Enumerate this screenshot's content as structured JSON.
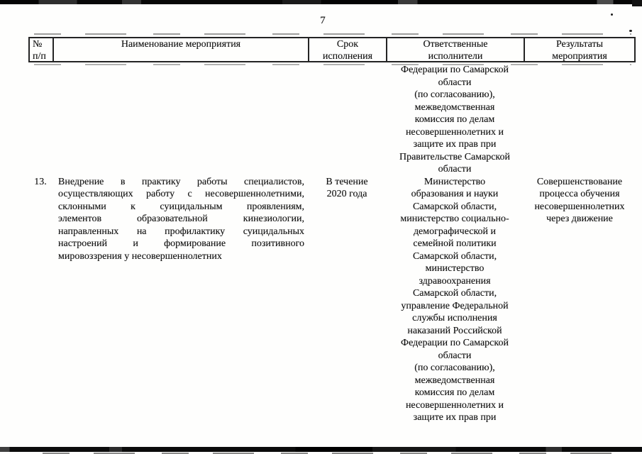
{
  "page": {
    "number": "7"
  },
  "colors": {
    "ink": "#151515",
    "paper": "#fefefd",
    "table_border": "#242424",
    "scan_bar": "#0a0a0a"
  },
  "table": {
    "columns": [
      {
        "id": "num",
        "label_lines": [
          "№",
          "п/п"
        ]
      },
      {
        "id": "name",
        "label_lines": [
          "Наименование мероприятия"
        ]
      },
      {
        "id": "term",
        "label_lines": [
          "Срок",
          "исполнения"
        ]
      },
      {
        "id": "responsible",
        "label_lines": [
          "Ответственные",
          "исполнители"
        ]
      },
      {
        "id": "results",
        "label_lines": [
          "Результаты",
          "мероприятия"
        ]
      }
    ],
    "rows": [
      {
        "number": "",
        "name_lines": [],
        "term_lines": [],
        "responsible_lines": [
          "Федерации по Самарской",
          "области",
          "(по согласованию),",
          "межведомственная",
          "комиссия по делам",
          "несовершеннолетних и",
          "защите их прав при",
          "Правительстве Самарской",
          "области"
        ],
        "results_lines": []
      },
      {
        "number": "13.",
        "name_lines": [
          "Внедрение в практику работы специалистов,",
          "осуществляющих работу с несовершеннолетними,",
          "склонными к суицидальным проявлениям,",
          "элементов образовательной кинезиологии,",
          "направленных на профилактику суицидальных",
          "настроений и формирование позитивного",
          "мировоззрения у несовершеннолетних"
        ],
        "term_lines": [
          "В течение",
          "2020 года"
        ],
        "responsible_lines": [
          "Министерство",
          "образования и науки",
          "Самарской области,",
          "министерство социально-",
          "демографической и",
          "семейной политики",
          "Самарской области,",
          "министерство",
          "здравоохранения",
          "Самарской области,",
          "управление Федеральной",
          "службы исполнения",
          "наказаний Российской",
          "Федерации по Самарской",
          "области",
          "(по согласованию),",
          "межведомственная",
          "комиссия по делам",
          "несовершеннолетних и",
          "защите их прав при"
        ],
        "results_lines": [
          "Совершенствование",
          "процесса обучения",
          "несовершеннолетних",
          "через движение"
        ]
      }
    ]
  }
}
